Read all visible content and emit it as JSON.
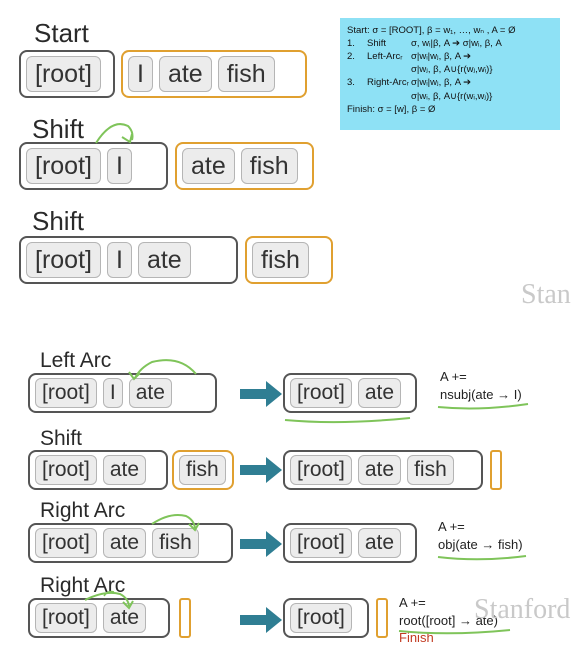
{
  "legend": {
    "start": "Start: σ = [ROOT], β = w₁, …, wₙ , A = Ø",
    "rules": [
      {
        "num": "1.",
        "name": "Shift",
        "line1": "σ, wᵢ|β, A ➔ σ|wᵢ, β, A",
        "line2": ""
      },
      {
        "num": "2.",
        "name": "Left-Arcᵣ",
        "line1": "σ|wᵢ|wⱼ, β, A ➔",
        "line2": "σ|wⱼ, β, A∪{r(wⱼ,wᵢ)}"
      },
      {
        "num": "3.",
        "name": "Right-Arcᵣ",
        "line1": "σ|wᵢ|wⱼ, β, A ➔",
        "line2": "σ|wᵢ, β, A∪{r(wᵢ,wⱼ)}"
      }
    ],
    "finish": "Finish: σ = [w], β = Ø"
  },
  "top": {
    "steps": [
      {
        "title": "Start",
        "stack": [
          "[root]"
        ],
        "buffer": [
          "I",
          "ate",
          "fish"
        ]
      },
      {
        "title": "Shift",
        "stack": [
          "[root]",
          "I"
        ],
        "buffer": [
          "ate",
          "fish"
        ]
      },
      {
        "title": "Shift",
        "stack": [
          "[root]",
          "I",
          "ate"
        ],
        "buffer": [
          "fish"
        ]
      }
    ]
  },
  "bottom": {
    "steps": [
      {
        "title": "Left Arc",
        "before_stack": [
          "[root]",
          "I",
          "ate"
        ],
        "before_buffer": [],
        "after_stack": [
          "[root]",
          "ate"
        ],
        "after_buffer": [],
        "note_prefix": "A +=",
        "note": "nsubj(ate → I)"
      },
      {
        "title": "Shift",
        "before_stack": [
          "[root]",
          "ate"
        ],
        "before_buffer": [
          "fish"
        ],
        "after_stack": [
          "[root]",
          "ate",
          "fish"
        ],
        "after_buffer": [],
        "note_prefix": "",
        "note": ""
      },
      {
        "title": "Right Arc",
        "before_stack": [
          "[root]",
          "ate",
          "fish"
        ],
        "before_buffer": [],
        "after_stack": [
          "[root]",
          "ate"
        ],
        "after_buffer": [],
        "note_prefix": "A +=",
        "note": "obj(ate → fish)"
      },
      {
        "title": "Right Arc",
        "before_stack": [
          "[root]",
          "ate"
        ],
        "before_buffer": [],
        "after_stack": [
          "[root]"
        ],
        "after_buffer": [],
        "note_prefix": "A +=",
        "note": "root([root] → ate)",
        "finish": "Finish"
      }
    ]
  },
  "watermark": {
    "text1": "Stan",
    "text2": "Stanford"
  },
  "colors": {
    "stack_border": "#555555",
    "buffer_border": "#e0a030",
    "arrow": "#2f7e93",
    "legend_bg": "#8ee1f5",
    "annotation": "#7fc45a"
  }
}
